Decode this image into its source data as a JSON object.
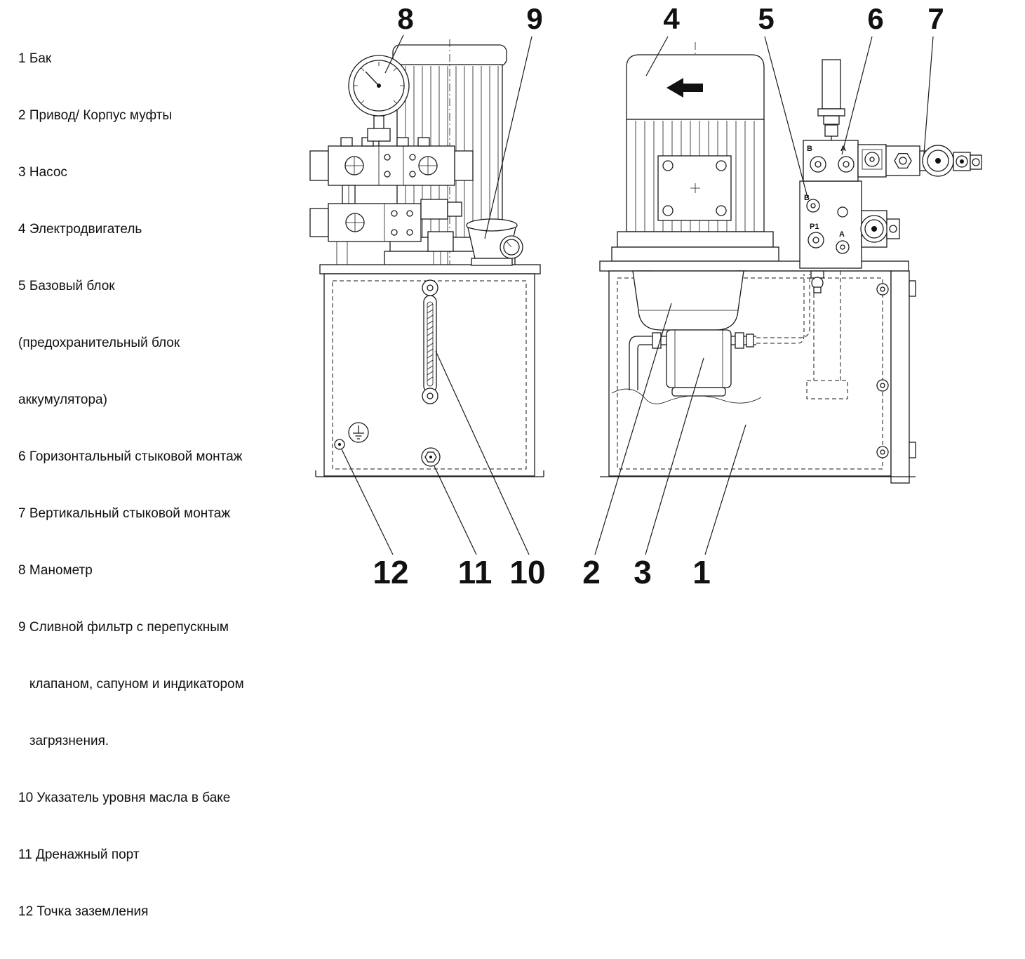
{
  "legend": {
    "lines": [
      "1 Бак",
      "2 Привод/ Корпус муфты",
      "3 Насос",
      "4 Электродвигатель",
      "5 Базовый блок",
      "(предохранительный блок",
      "аккумулятора)",
      "6 Горизонтальный стыковой монтаж",
      "7 Вертикальный стыковой монтаж",
      "8 Манометр",
      "9 Сливной фильтр с перепускным",
      "   клапаном, сапуном и индикатором",
      "   загрязнения.",
      "10 Указатель уровня масла в баке",
      "11 Дренажный порт",
      "12 Точка заземления"
    ]
  },
  "callouts": {
    "top": [
      "8",
      "9",
      "4",
      "5",
      "6",
      "7"
    ],
    "bottom": [
      "12",
      "11",
      "10",
      "2",
      "3",
      "1"
    ]
  },
  "ports": {
    "top_b": "B",
    "top_a": "A",
    "man_b": "B",
    "man_p1": "P1",
    "man_a": "A"
  },
  "colors": {
    "line": "#1a1a1a",
    "background": "#ffffff"
  }
}
